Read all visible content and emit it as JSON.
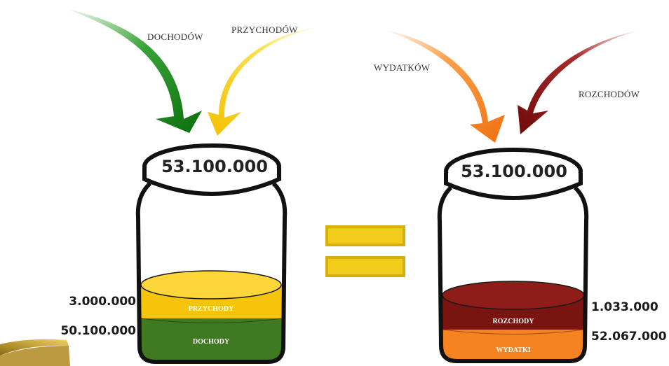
{
  "arrows": {
    "dochodow": "DOCHODÓW",
    "przychodow": "PRZYCHODÓW",
    "wydatkow": "WYDATKÓW",
    "rozchodow": "ROZCHODÓW"
  },
  "left_jar": {
    "total": "53.100.000",
    "top_segment": {
      "label": "PRZYCHODY",
      "amount": "3.000.000"
    },
    "bottom_segment": {
      "label": "DOCHODY",
      "amount": "50.100.000"
    }
  },
  "right_jar": {
    "total": "53.100.000",
    "top_segment": {
      "label": "ROZCHODY",
      "amount": "1.033.000"
    },
    "bottom_segment": {
      "label": "WYDATKI",
      "amount": "52.067.000"
    }
  },
  "colors": {
    "dochody": "#3f7a22",
    "przychody": "#f6c40c",
    "rozchody": "#7a1410",
    "wydatki": "#f5831f",
    "equals": "#d8ad0e",
    "arrow_green": "#1f8f1f",
    "arrow_yellow": "#f7d21a",
    "arrow_orange": "#f7861e",
    "arrow_darkred": "#8b1414"
  }
}
